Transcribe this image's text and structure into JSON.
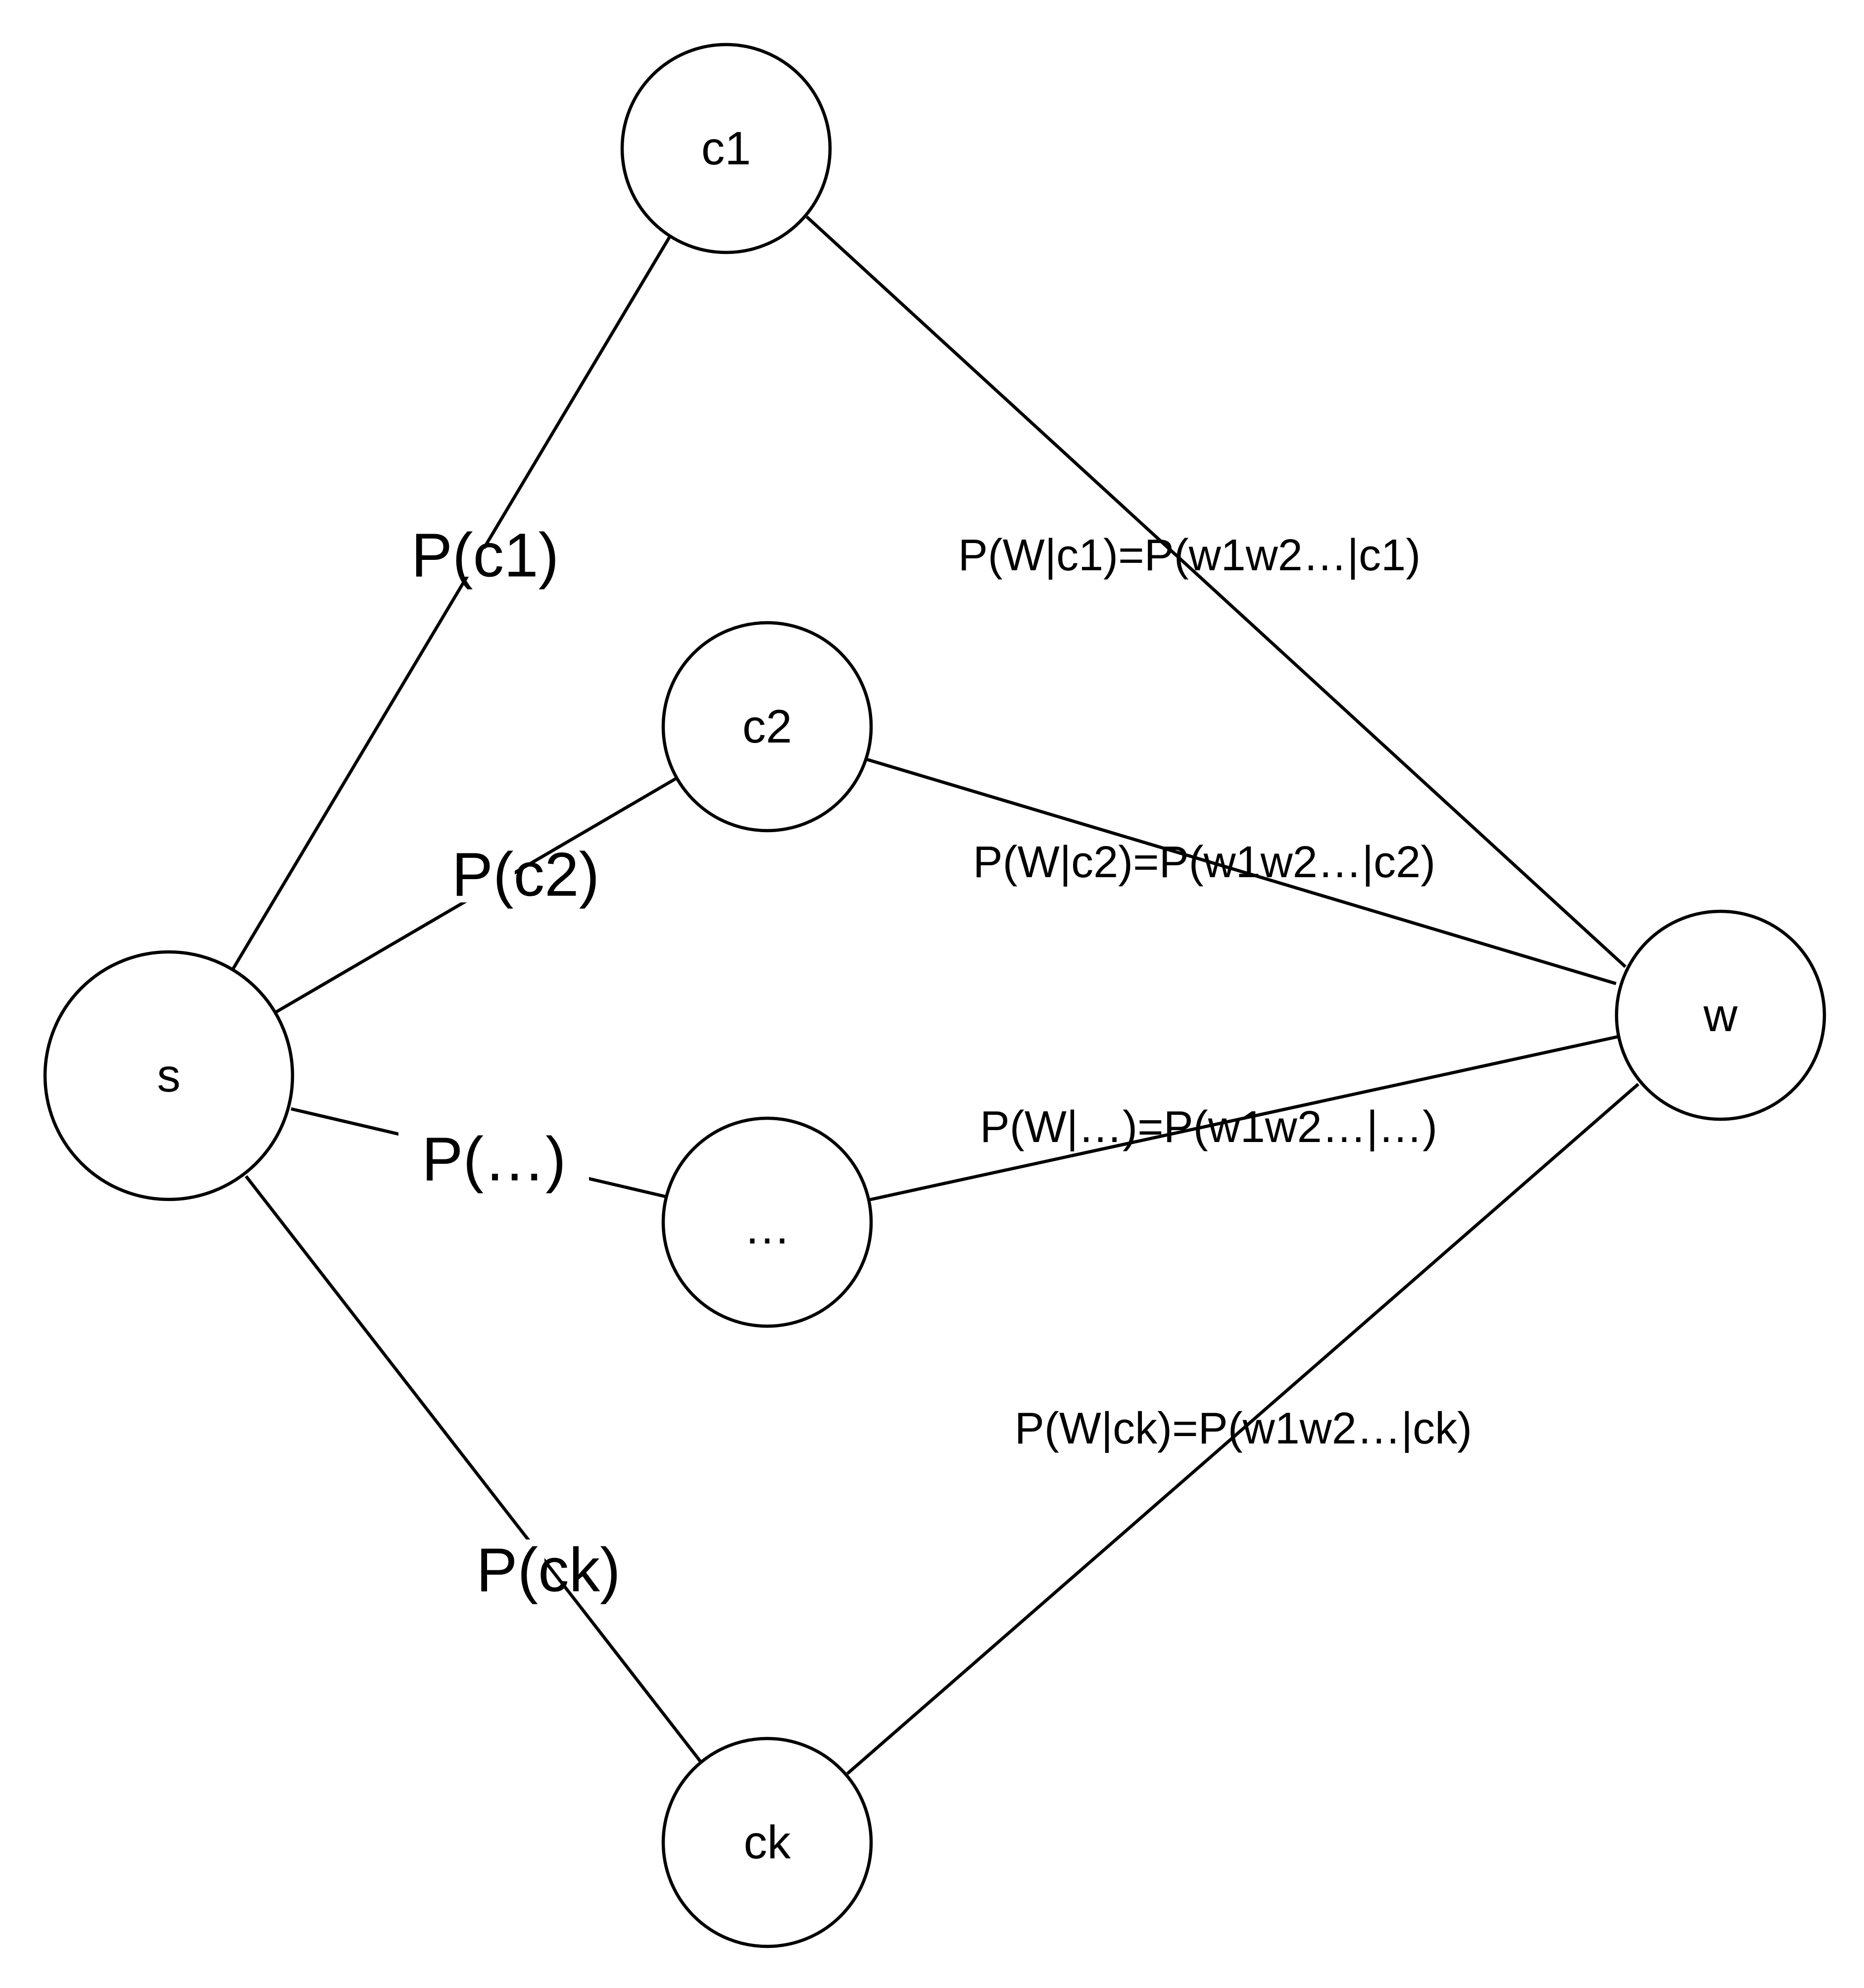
{
  "nodes": {
    "s": "s",
    "c1": "c1",
    "c2": "c2",
    "cdots": "…",
    "ck": "ck",
    "w": "w"
  },
  "prior_labels": {
    "c1": "P(c1)",
    "c2": "P(c2)",
    "cdots": "P(…)",
    "ck": "P(ck)"
  },
  "likelihood_labels": {
    "c1": "P(W|c1)=P(w1w2…|c1)",
    "c2": "P(W|c2)=P(w1w2…|c2)",
    "cdots": "P(W|…)=P(w1w2…|…)",
    "ck": "P(W|ck)=P(w1w2…|ck)"
  }
}
